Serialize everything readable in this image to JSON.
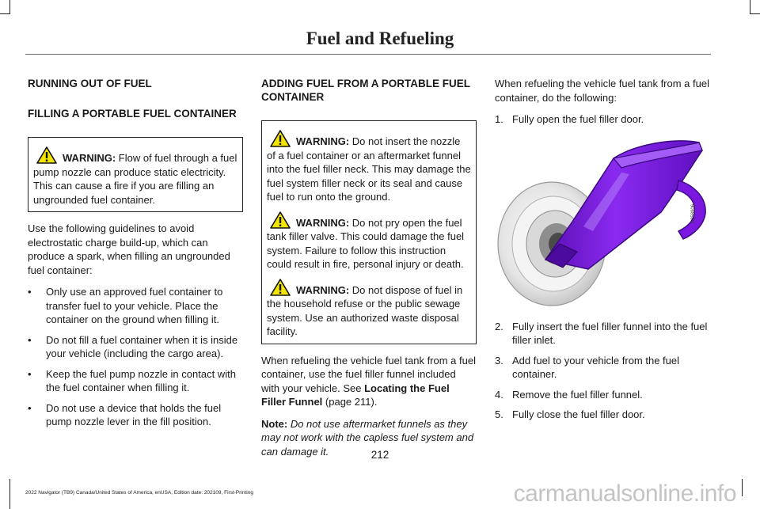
{
  "header": {
    "title": "Fuel and Refueling"
  },
  "col1": {
    "heading1": "RUNNING OUT OF FUEL",
    "heading2": "FILLING A PORTABLE FUEL CONTAINER",
    "warning": {
      "label": "WARNING:",
      "text": " Flow of fuel through a fuel pump nozzle can produce static electricity. This can cause a fire if you are filling an ungrounded fuel container."
    },
    "intro": "Use the following guidelines to avoid electrostatic charge build-up, which can produce a spark, when filling an ungrounded fuel container:",
    "bullets": [
      "Only use an approved fuel container to transfer fuel to your vehicle.  Place the container on the ground when filling it.",
      "Do not fill a fuel container when it is inside your vehicle (including the cargo area).",
      "Keep the fuel pump nozzle in contact with the fuel container when filling it.",
      "Do not use a device that holds the fuel pump nozzle lever in the fill position."
    ]
  },
  "col2": {
    "heading": "ADDING FUEL FROM A PORTABLE FUEL CONTAINER",
    "warnings": [
      {
        "label": "WARNING:",
        "text": " Do not insert the nozzle of a fuel container or an aftermarket funnel into the fuel filler neck. This may damage the fuel system filler neck or its seal and cause fuel to run onto the ground."
      },
      {
        "label": "WARNING:",
        "text": " Do not pry open the fuel tank filler valve. This could damage the fuel system. Failure to follow this instruction could result in fire, personal injury or death."
      },
      {
        "label": "WARNING:",
        "text": " Do not dispose of fuel in the household refuse or the public sewage system. Use an authorized waste disposal facility."
      }
    ],
    "para_pre": "When refueling the vehicle fuel tank from a fuel container, use the fuel filler funnel included with your vehicle.  See ",
    "para_link": "Locating the Fuel Filler Funnel",
    "para_post": " (page 211).",
    "note_label": "Note:",
    "note_text": " Do not use aftermarket funnels as they may not work with the capless fuel system and can damage it."
  },
  "col3": {
    "intro": "When refueling the vehicle fuel tank from a fuel container, do the following:",
    "step1": {
      "num": "1.",
      "text": "Fully open the fuel filler door."
    },
    "figure_code": "E358906",
    "steps": [
      {
        "num": "2.",
        "text": "Fully insert the fuel filler funnel into the fuel filler inlet."
      },
      {
        "num": "3.",
        "text": "Add fuel to your vehicle from the fuel container."
      },
      {
        "num": "4.",
        "text": "Remove the fuel filler funnel."
      },
      {
        "num": "5.",
        "text": "Fully close the fuel filler door."
      }
    ]
  },
  "page_number": "212",
  "footer": "2022 Navigator (TB9) Canada/United States of America, enUSA, Edition date: 202109, First-Printing",
  "watermark": "carmanualsonline.info",
  "colors": {
    "funnel": "#7a18e0",
    "warning_yellow": "#f2e600"
  }
}
